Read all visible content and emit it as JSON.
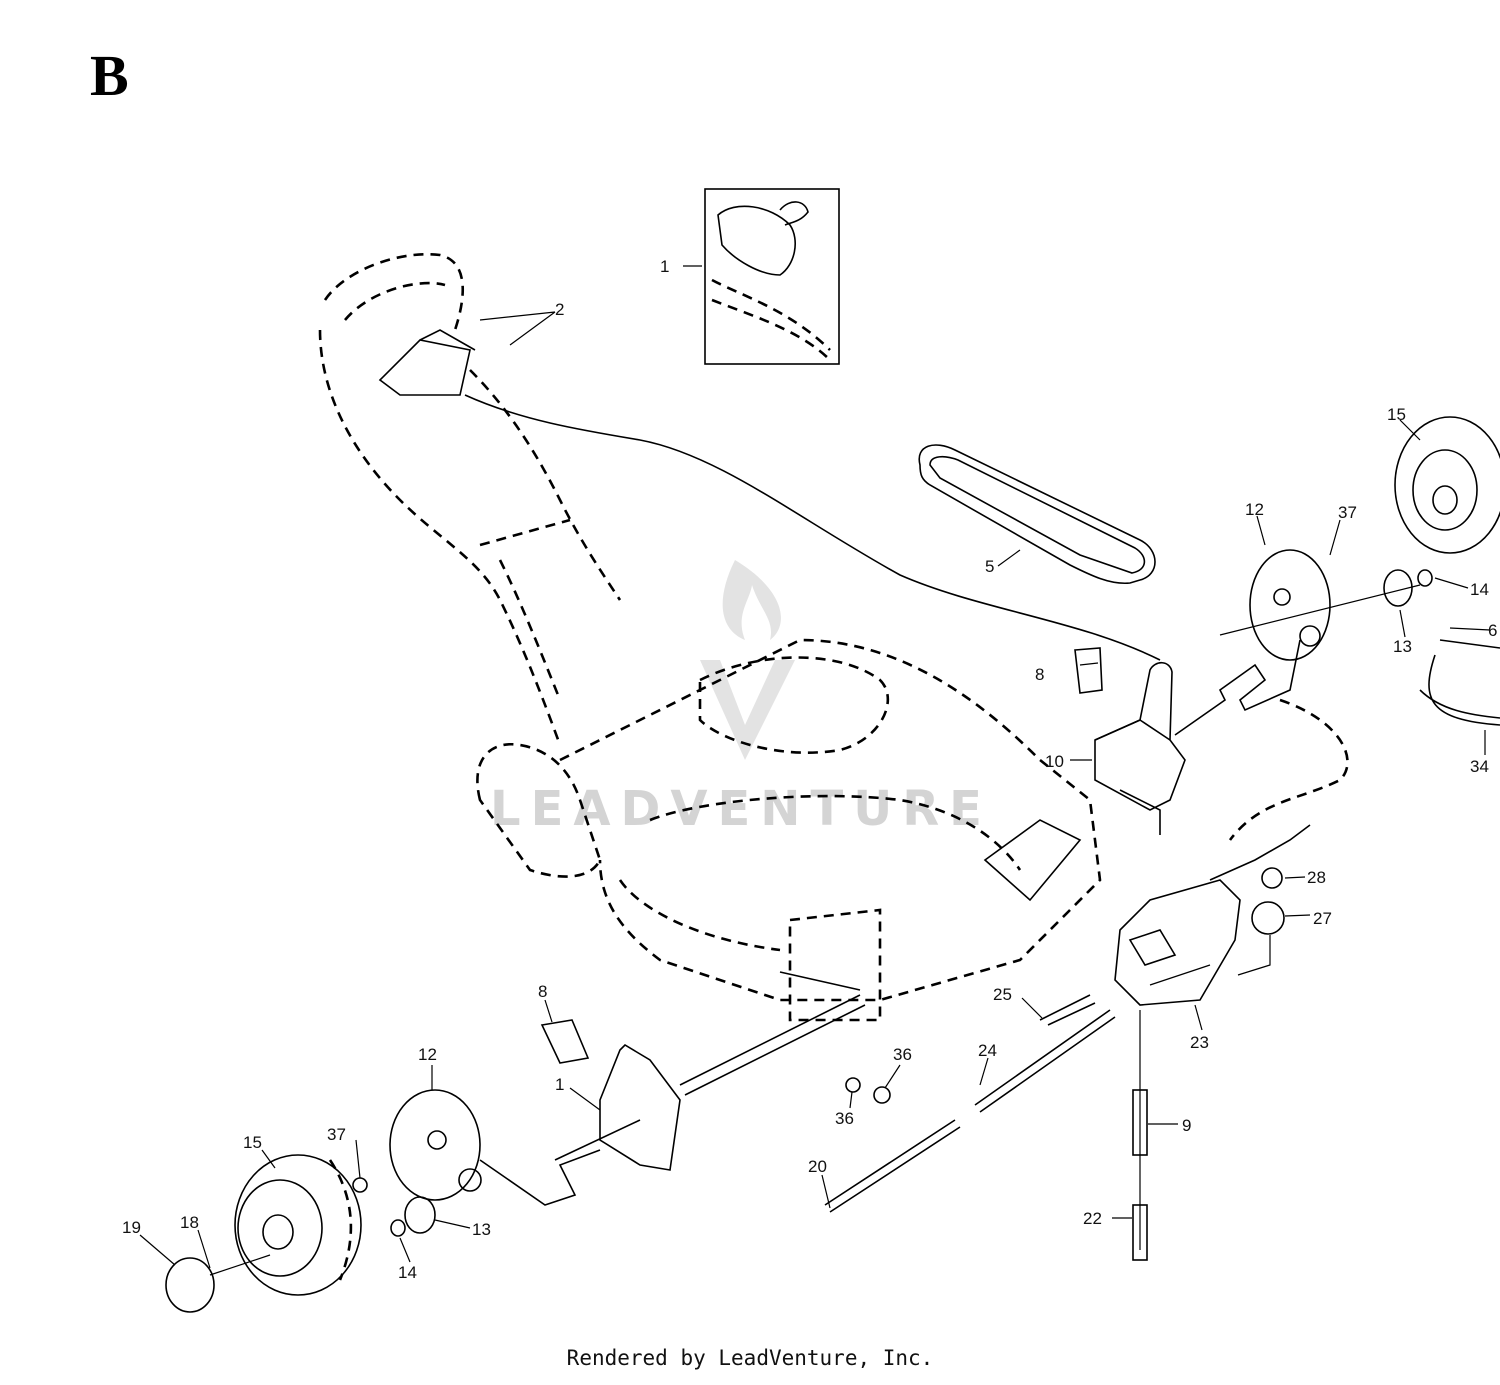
{
  "section_letter": "B",
  "footer_text": "Rendered by LeadVenture, Inc.",
  "watermark_text": "LEADVENTURE",
  "callouts": [
    {
      "id": "c1a",
      "text": "1"
    },
    {
      "id": "c2a",
      "text": "2"
    },
    {
      "id": "c5a",
      "text": "5"
    },
    {
      "id": "c8a",
      "text": "8"
    },
    {
      "id": "c10",
      "text": "10"
    },
    {
      "id": "c12a",
      "text": "12"
    },
    {
      "id": "c37a",
      "text": "37"
    },
    {
      "id": "c15a",
      "text": "15"
    },
    {
      "id": "c14a",
      "text": "14"
    },
    {
      "id": "c13a",
      "text": "13"
    },
    {
      "id": "c6",
      "text": "6"
    },
    {
      "id": "c34",
      "text": "34"
    },
    {
      "id": "c28",
      "text": "28"
    },
    {
      "id": "c27",
      "text": "27"
    },
    {
      "id": "c25",
      "text": "25"
    },
    {
      "id": "c23",
      "text": "23"
    },
    {
      "id": "c8b",
      "text": "8"
    },
    {
      "id": "c1b",
      "text": "1"
    },
    {
      "id": "c12b",
      "text": "12"
    },
    {
      "id": "c37b",
      "text": "37"
    },
    {
      "id": "c15b",
      "text": "15"
    },
    {
      "id": "c19",
      "text": "19"
    },
    {
      "id": "c18",
      "text": "18"
    },
    {
      "id": "c13b",
      "text": "13"
    },
    {
      "id": "c14b",
      "text": "14"
    },
    {
      "id": "c36a",
      "text": "36"
    },
    {
      "id": "c36b",
      "text": "36"
    },
    {
      "id": "c24",
      "text": "24"
    },
    {
      "id": "c20",
      "text": "20"
    },
    {
      "id": "c9",
      "text": "9"
    },
    {
      "id": "c22",
      "text": "22"
    }
  ]
}
